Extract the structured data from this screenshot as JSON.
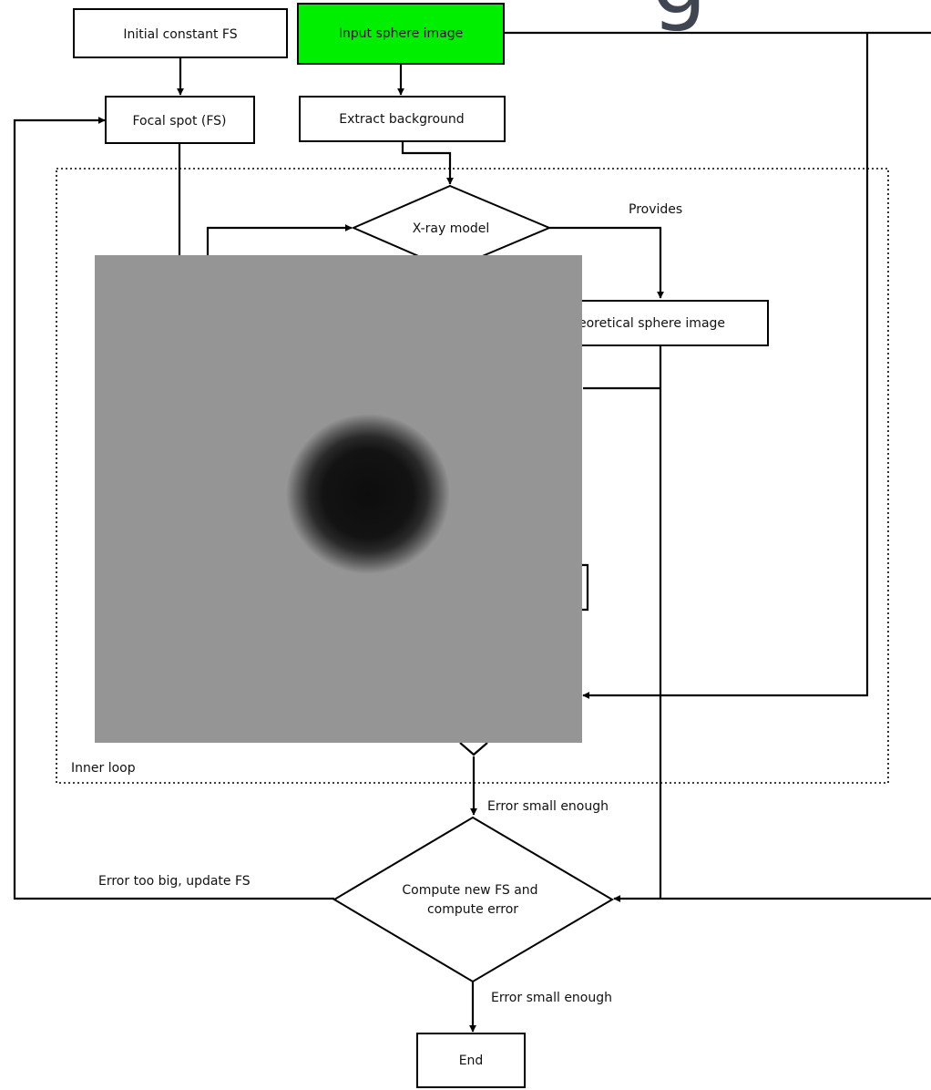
{
  "nodes": {
    "initial_fs": "Initial constant FS",
    "input_sphere": "Input sphere image",
    "focal_spot": "Focal spot (FS)",
    "extract_background": "Extract background",
    "xray_model": "X-ray model",
    "theoretical_sphere": "eoretical sphere image",
    "compute_new_fs_line1": "Compute new FS and",
    "compute_new_fs_line2": "compute error",
    "end": "End"
  },
  "edge_labels": {
    "provides": "Provides",
    "error_small_1": "Error small enough",
    "error_too_big": "Error too big, update FS",
    "error_small_2": "Error small enough"
  },
  "group_label": "Inner loop",
  "top_glyph": "g",
  "colors": {
    "input_fill": "#00ee00",
    "glyph": "#404552"
  }
}
